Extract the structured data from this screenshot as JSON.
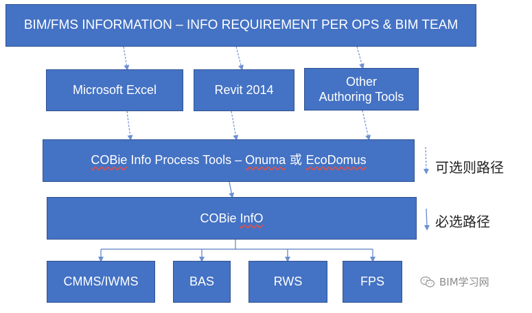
{
  "diagram": {
    "top_box": "BIM/FMS INFORMATION – INFO REQUIREMENT PER OPS &  BIM TEAM",
    "tools": [
      {
        "label": "Microsoft Excel"
      },
      {
        "label": "Revit 2014"
      },
      {
        "label": "Other\nAuthoring Tools"
      }
    ],
    "process_box": {
      "prefix": "COBie",
      "middle": " Info Process Tools – ",
      "onuma": "Onuma",
      "or": " 或 ",
      "ecodomus": "EcoDomus"
    },
    "info_box": {
      "part1": "COBie",
      "part2": " ",
      "part3": "InfO"
    },
    "outputs": [
      {
        "label": "CMMS/IWMS"
      },
      {
        "label": "BAS"
      },
      {
        "label": "RWS"
      },
      {
        "label": "FPS"
      }
    ],
    "side_labels": {
      "optional_path": "可选则路径",
      "required_path": "必选路径"
    },
    "colors": {
      "box_fill": "#4472c4",
      "box_border": "#2f528f",
      "arrow": "#6b8fd4",
      "connector": "#5a7dc0"
    }
  },
  "watermark": {
    "text": "BIM学习网",
    "icon": "wechat-icon"
  }
}
